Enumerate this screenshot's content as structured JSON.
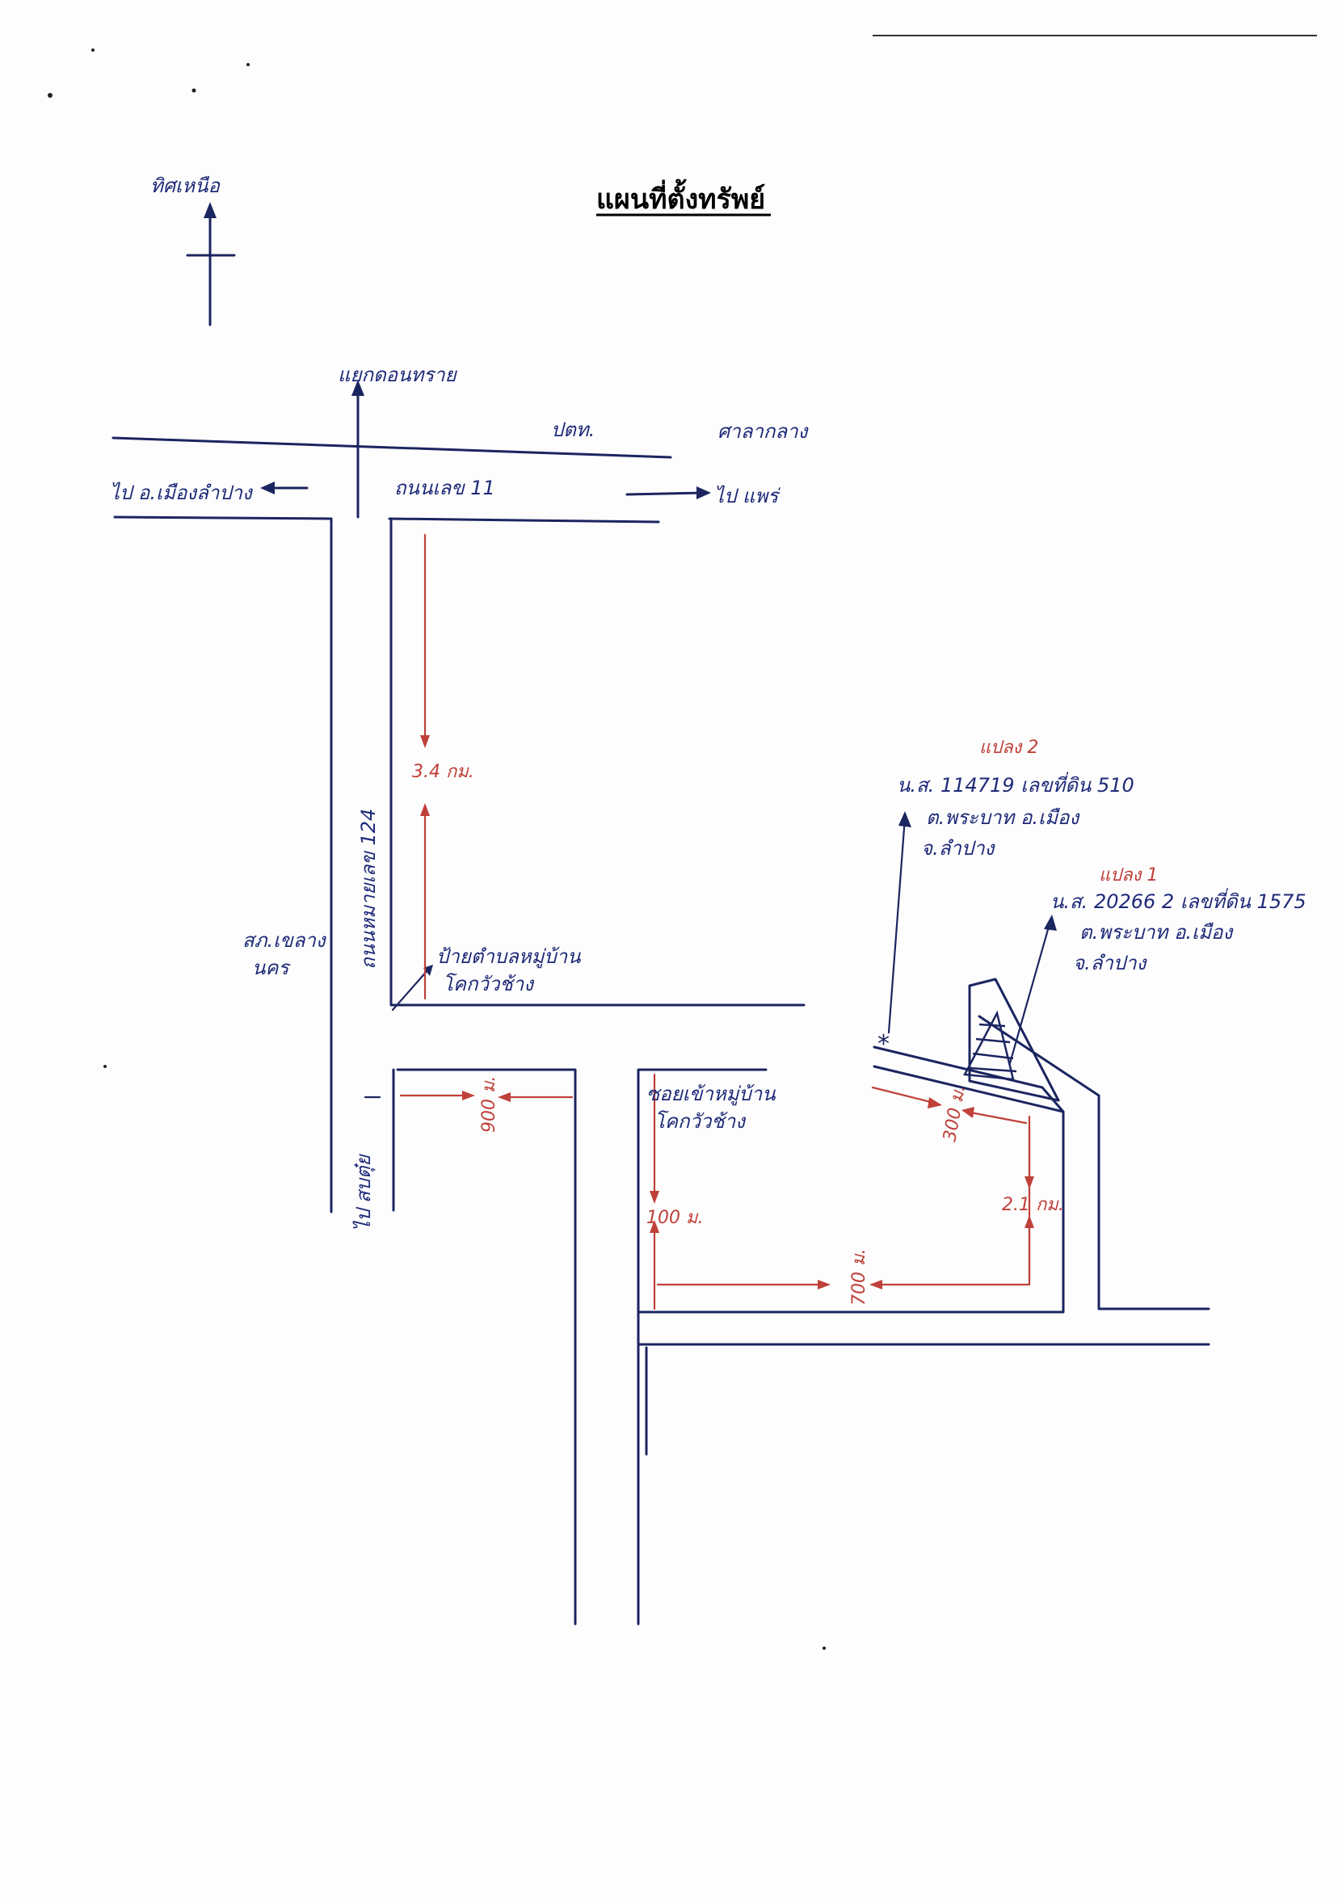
{
  "map": {
    "title": "แผนที่ตั้งทรัพย์",
    "north_label": "ทิศเหนือ",
    "ink_color": "#1b2560",
    "measure_color": "#c0403a",
    "labels": {
      "up_road": "แยกดอนทราย",
      "top_mid": "ปตท.",
      "top_right": "ศาลากลาง",
      "left_dest": "ไป อ.เมืองลำปาง",
      "right_dest": "ไป แพร่",
      "hwy_11": "ถนนเลข 11",
      "road_vertical": "ถนนหมายเลข 124",
      "left_note_1": "สภ.เขลาง",
      "left_note_2": "นคร",
      "village_sign_1": "ป้ายตำบลหมู่บ้าน",
      "village_sign_2": "โคกวัวช้าง",
      "down_dest": "ไป สบตุ๋ย",
      "soi": "ซอยเข้าหมู่บ้าน",
      "soi_2": "โคกวัวช้าง",
      "dist_34km": "3.4 กม.",
      "dist_900m_a": "900 ม.",
      "dist_100m": "100 ม.",
      "dist_700m": "700 ม.",
      "dist_300m": "300 ม.",
      "dist_21km": "2.1 กม.",
      "plot2_head": "แปลง 2",
      "plot2_line1": "น.ส. 114719 เลขที่ดิน 510",
      "plot2_line2": "ต.พระบาท อ.เมือง",
      "plot2_line3": "จ.ลำปาง",
      "plot1_head": "แปลง 1",
      "plot1_line1": "น.ส. 20266 2 เลขที่ดิน 1575",
      "plot1_line2": "ต.พระบาท อ.เมือง",
      "plot1_line3": "จ.ลำปาง"
    }
  }
}
